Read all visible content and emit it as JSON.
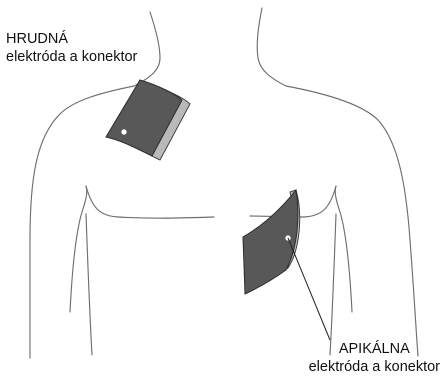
{
  "labels": {
    "sternum": {
      "line1": "HRUDNÁ",
      "line2": "elektróda a konektor"
    },
    "apex": {
      "line1": "APIKÁLNA",
      "line2": "elektróda a konektor"
    }
  },
  "colors": {
    "electrode_fill": "#585858",
    "outline": "#6f6f6f",
    "background": "#ffffff"
  }
}
